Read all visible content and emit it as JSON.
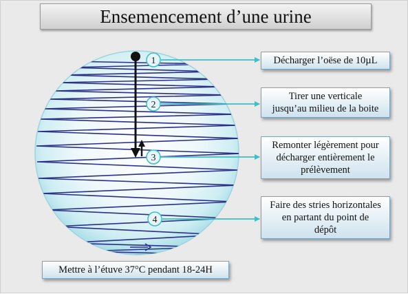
{
  "title": "Ensemencement d’une urine",
  "steps": [
    {
      "number": "1",
      "text": "Décharger l’oëse de 10µL"
    },
    {
      "number": "2",
      "text": "Tirer une verticale\njusqu’au milieu de la boite"
    },
    {
      "number": "3",
      "text": "Remonter légèrement pour\ndécharger entièrement le\nprélèvement"
    },
    {
      "number": "4",
      "text": "Faire des stries horizontales\nen partant du point de\ndépôt"
    }
  ],
  "footer_note": "Mettre à l’étuve 37°C pendant 18-24H",
  "colors": {
    "background": "#eaeaea",
    "streak": "#2b2f86",
    "loop_path": "#111111",
    "connector": "#3fbcc4",
    "plate_edge": "#9fd3e0"
  }
}
